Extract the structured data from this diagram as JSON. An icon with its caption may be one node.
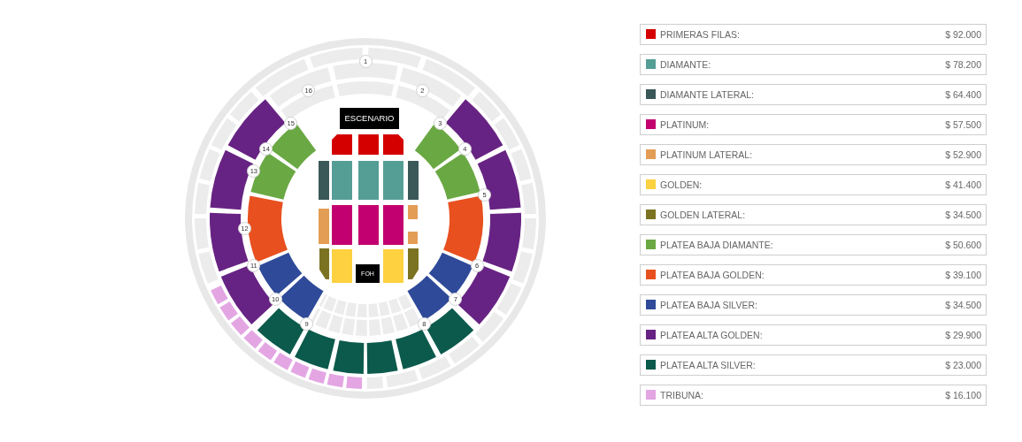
{
  "diagram": {
    "nodes": [
      {
        "text": [
          "1"
        ]
      },
      {
        "text": [
          "16"
        ]
      },
      {
        "text": [
          "2"
        ]
      },
      {
        "text": [
          "15"
        ]
      },
      {
        "text": [
          "3"
        ]
      },
      {
        "text": [
          "ESCENARIO"
        ]
      },
      {
        "text": [
          "14"
        ]
      },
      {
        "text": [
          "4"
        ]
      },
      {
        "text": [
          "13"
        ]
      },
      {
        "text": [
          "5"
        ]
      },
      {
        "text": [
          "12"
        ]
      },
      {
        "text": [
          "11"
        ]
      },
      {
        "text": [
          "6"
        ]
      },
      {
        "text": [
          "FOH"
        ]
      },
      {
        "text": [
          "10"
        ]
      },
      {
        "text": [
          "7"
        ]
      },
      {
        "text": [
          "9"
        ]
      },
      {
        "text": [
          "8"
        ]
      }
    ],
    "labels": [
      "$ 92.000",
      "$ 78.200",
      "$ 64.400",
      "$ 57.500",
      "$ 52.900",
      "$ 41.400",
      "$ 34.500",
      "$ 50.600",
      "$ 39.100",
      "$ 34.500",
      "$ 29.900",
      "$ 23.000",
      "$ 16.100"
    ],
    "legend": [
      {
        "text": "PRIMERAS FILAS:",
        "color": "#d40000"
      },
      {
        "text": "DIAMANTE:",
        "color": "#559e96"
      },
      {
        "text": "DIAMANTE LATERAL:",
        "color": "#3b5858"
      },
      {
        "text": "PLATINUM:",
        "color": "#c3006f"
      },
      {
        "text": "PLATINUM LATERAL:",
        "color": "#e39d55"
      },
      {
        "text": "GOLDEN:",
        "color": "#fdd13f"
      },
      {
        "text": "GOLDEN LATERAL:",
        "color": "#7c7322"
      },
      {
        "text": "PLATEA BAJA DIAMANTE:",
        "color": "#6aa843"
      },
      {
        "text": "PLATEA BAJA GOLDEN:",
        "color": "#e8501f"
      },
      {
        "text": "PLATEA BAJA SILVER:",
        "color": "#2f4a99"
      },
      {
        "text": "PLATEA ALTA GOLDEN:",
        "color": "#672383"
      },
      {
        "text": "PLATEA ALTA SILVER:",
        "color": "#0b5a4b"
      },
      {
        "text": "TRIBUNA:",
        "color": "#e3a6e3"
      }
    ]
  }
}
